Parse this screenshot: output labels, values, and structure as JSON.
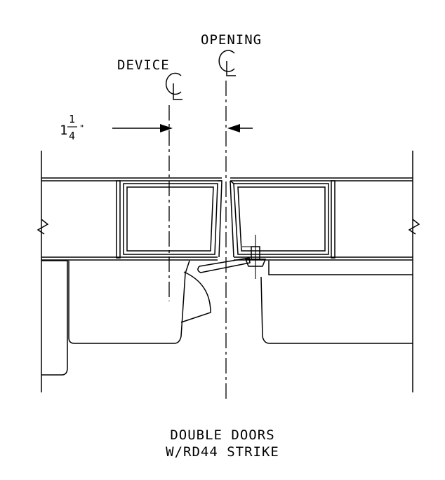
{
  "labels": {
    "opening": "OPENING",
    "device": "DEVICE",
    "centerline_symbol": "℄",
    "dimension_whole": "1",
    "dimension_numerator": "1",
    "dimension_denominator": "4",
    "dimension_unit": "\"",
    "caption_line1": "DOUBLE DOORS",
    "caption_line2": "W/RD44 STRIKE"
  }
}
